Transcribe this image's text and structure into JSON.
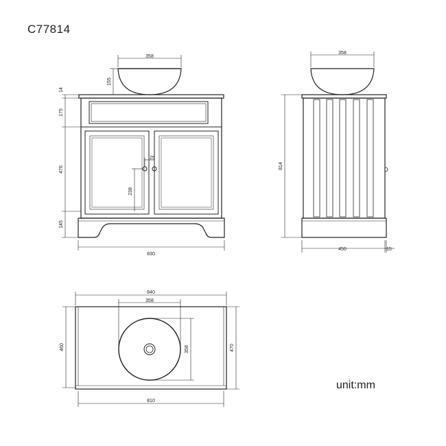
{
  "product_code": "C77814",
  "unit_label": "unit:mm",
  "front_view": {
    "basin_width": "358",
    "basin_height": "155",
    "top_thickness": "14",
    "drawer_height": "175",
    "door_height": "476",
    "plinth_height": "145",
    "knob_offset": "25",
    "knob_height": "238",
    "overall_width": "830"
  },
  "side_view": {
    "basin_width": "358",
    "overall_height": "814",
    "depth": "450",
    "overhang": "15"
  },
  "top_view": {
    "top_width": "840",
    "basin_width": "358",
    "basin_depth": "358",
    "cabinet_depth": "460",
    "top_depth": "470",
    "cabinet_width": "810"
  }
}
